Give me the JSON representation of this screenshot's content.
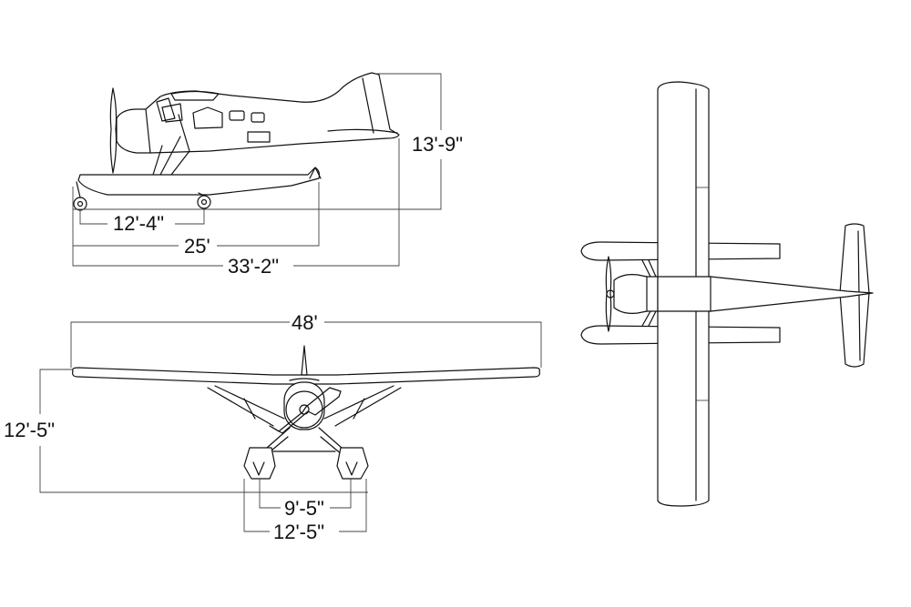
{
  "dimensions": {
    "height": "13'-9\"",
    "float_wheelbase": "12'-4\"",
    "float_length": "25'",
    "overall_length": "33'-2\"",
    "wingspan": "48'",
    "front_height": "12'-5\"",
    "float_inner_spacing": "9'-5\"",
    "float_outer_spacing": "12'-5\""
  },
  "colors": {
    "line": "#111111",
    "background": "#ffffff"
  }
}
